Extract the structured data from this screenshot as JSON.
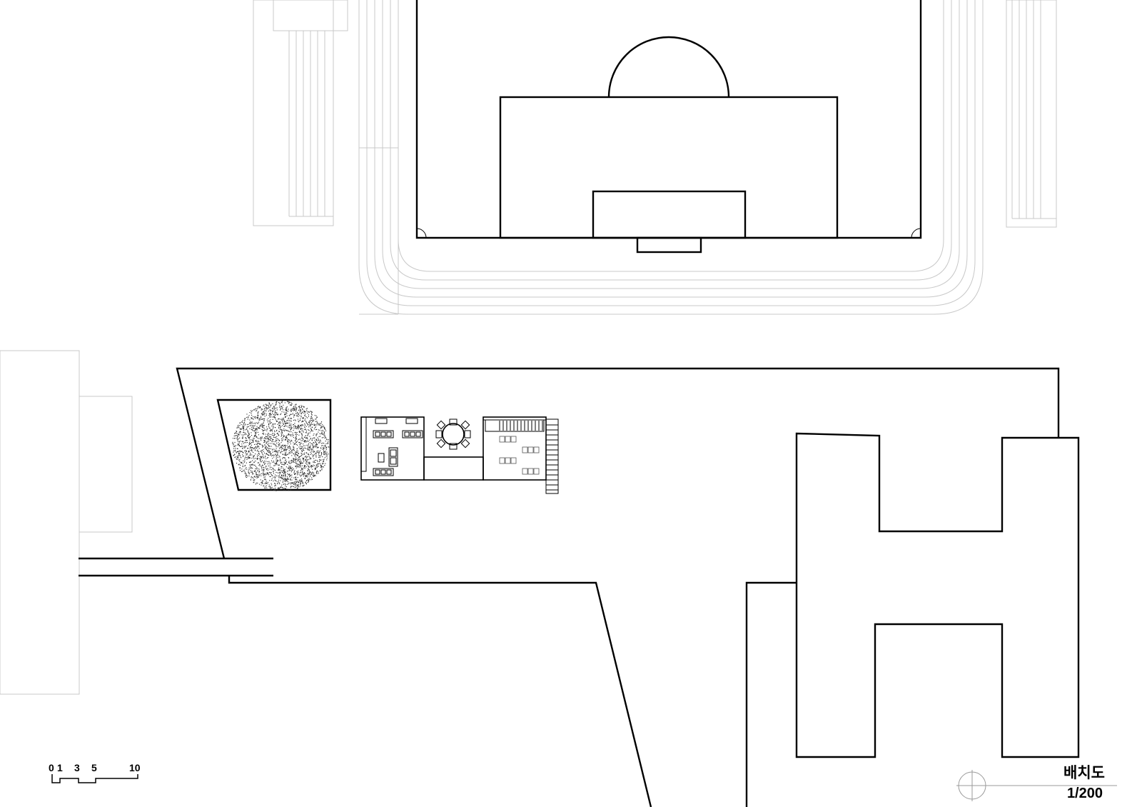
{
  "drawing": {
    "title": "배치도",
    "scale": "1/200"
  },
  "scale_bar": {
    "ticks": [
      "0",
      "1",
      "3",
      "5",
      "10"
    ]
  }
}
